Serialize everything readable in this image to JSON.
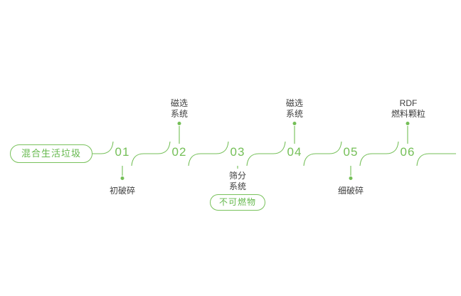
{
  "colors": {
    "green": "#74bf57",
    "label_text": "#3d3d3d",
    "background": "#ffffff"
  },
  "flow": {
    "start_label": "混合生活垃圾",
    "nodes": [
      {
        "number": "01",
        "label": "初破碎",
        "label_position": "below"
      },
      {
        "number": "02",
        "label": "磁选\n系统",
        "label_position": "above"
      },
      {
        "number": "03",
        "label": "筛分\n系统",
        "label_position": "below",
        "branch_pill": "不可燃物"
      },
      {
        "number": "04",
        "label": "磁选\n系统",
        "label_position": "above"
      },
      {
        "number": "05",
        "label": "细破碎",
        "label_position": "below"
      },
      {
        "number": "06",
        "label": "RDF\n燃料颗粒",
        "label_position": "above"
      }
    ]
  }
}
